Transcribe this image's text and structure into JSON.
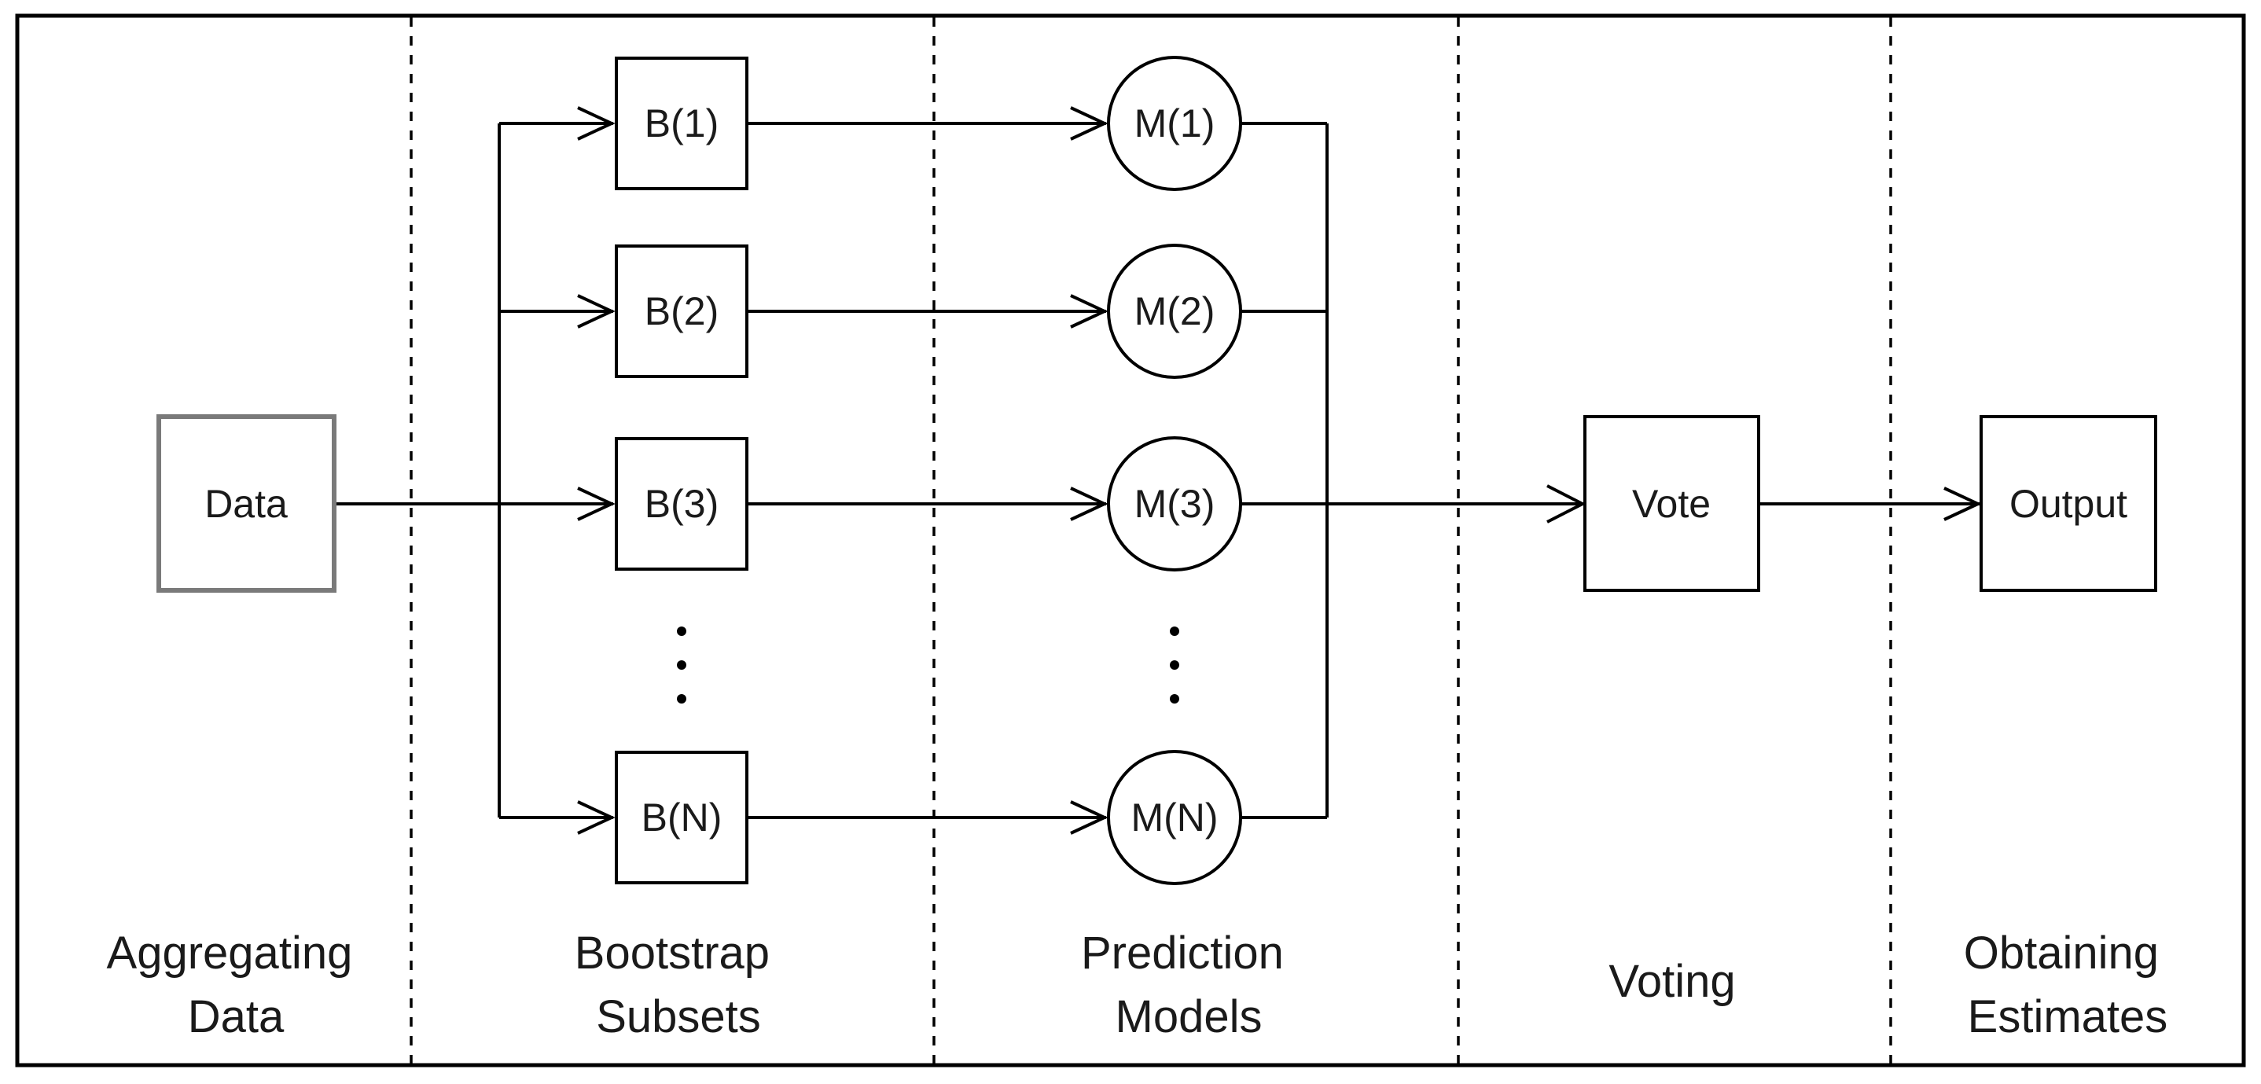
{
  "nodes": {
    "data": "Data",
    "bootstrap": [
      "B(1)",
      "B(2)",
      "B(3)",
      "B(N)"
    ],
    "models": [
      "M(1)",
      "M(2)",
      "M(3)",
      "M(N)"
    ],
    "vote": "Vote",
    "output": "Output"
  },
  "stages": {
    "aggregating": [
      "Aggregating",
      "Data"
    ],
    "bootstrap": [
      "Bootstrap",
      "Subsets"
    ],
    "prediction": [
      "Prediction",
      "Models"
    ],
    "voting": [
      "Voting"
    ],
    "obtaining": [
      "Obtaining",
      "Estimates"
    ]
  }
}
